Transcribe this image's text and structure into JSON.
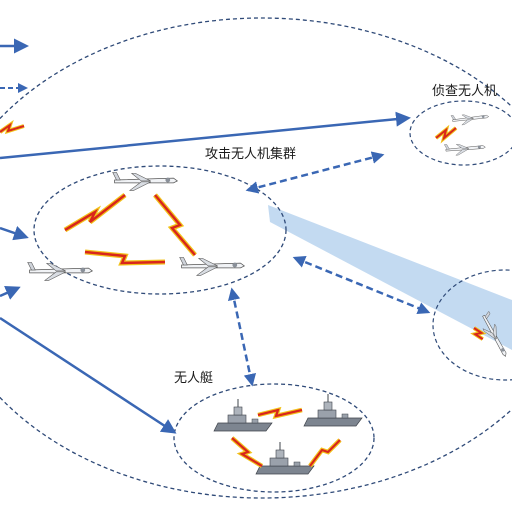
{
  "labels": {
    "recon_cluster": "侦查无人机",
    "attack_cluster": "攻击无人机集群",
    "boat_cluster": "无人艇"
  },
  "colors": {
    "link_blue": "#3a67b4",
    "ellipse_blue": "#2f4a78",
    "jamming_red": "#d8261c",
    "jamming_yellow": "#f2c21a",
    "coverage_cone": "#b9d3ee",
    "label_text": "#1a1a1a"
  },
  "icons": {
    "uav": "fixed-wing-drone-icon",
    "boat": "warship-icon",
    "jamming": "lightning-bolt-icon"
  }
}
